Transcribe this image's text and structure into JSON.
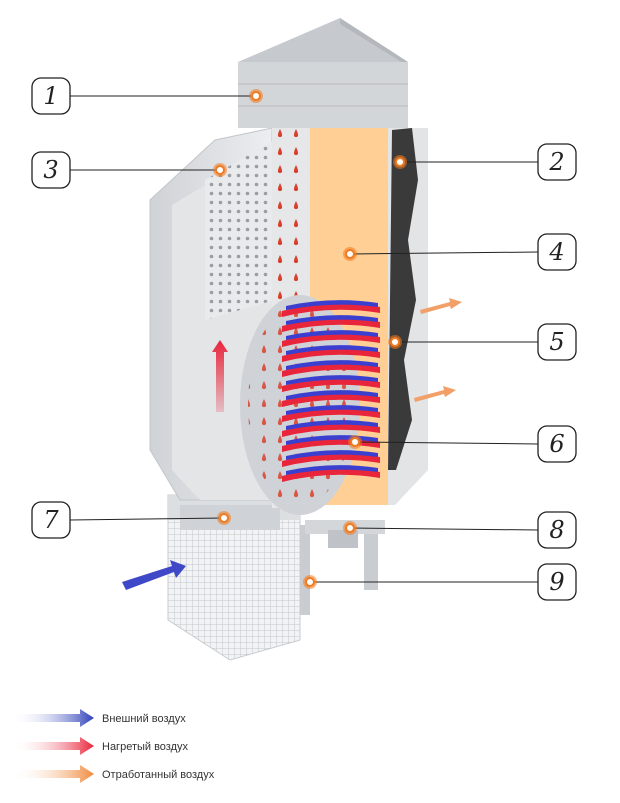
{
  "callouts": [
    {
      "label": "1"
    },
    {
      "label": "2"
    },
    {
      "label": "3"
    },
    {
      "label": "4"
    },
    {
      "label": "5"
    },
    {
      "label": "6"
    },
    {
      "label": "7"
    },
    {
      "label": "8"
    },
    {
      "label": "9"
    }
  ],
  "legend": [
    {
      "label": "Внешний воздух",
      "color": "#2e3fb8"
    },
    {
      "label": "Нагретый воздух",
      "color": "#e8253a"
    },
    {
      "label": "Отработанный воздух",
      "color": "#f08a3c"
    }
  ],
  "colors": {
    "marker": "#f07a1f",
    "chamber": "#ffcf96",
    "metal": "#d7d9dc",
    "dark_wall": "#3a3a3a"
  }
}
